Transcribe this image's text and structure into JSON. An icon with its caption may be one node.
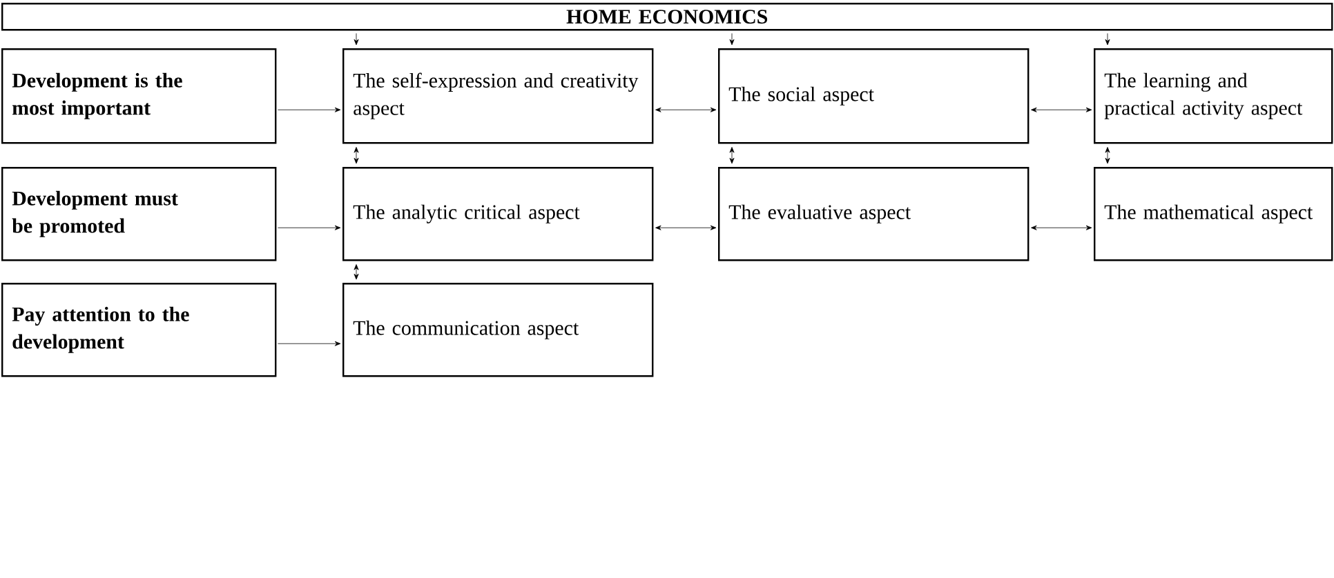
{
  "diagram": {
    "nodes": [
      {
        "text": [
          "HOME ECONOMICS"
        ]
      },
      {
        "text": [
          "Development is the most important"
        ]
      },
      {
        "text": [
          "The self-expression and creativity aspect"
        ]
      },
      {
        "text": [
          "The social aspect"
        ]
      },
      {
        "text": [
          "The learning and practical activity aspect"
        ]
      },
      {
        "text": [
          "Development must be promoted"
        ]
      },
      {
        "text": [
          "The analytic critical aspect"
        ]
      },
      {
        "text": [
          "The evaluative aspect"
        ]
      },
      {
        "text": [
          "The mathematical aspect"
        ]
      },
      {
        "text": [
          "Pay attention to the development"
        ]
      },
      {
        "text": [
          "The communication aspect"
        ]
      }
    ],
    "edges": [
      {
        "from": 0,
        "to": 2,
        "arrow": "to"
      },
      {
        "from": 0,
        "to": 3,
        "arrow": "to"
      },
      {
        "from": 0,
        "to": 4,
        "arrow": "to"
      },
      {
        "from": 1,
        "to": 2,
        "arrow": "to"
      },
      {
        "from": 2,
        "to": 3,
        "arrow": "both"
      },
      {
        "from": 3,
        "to": 4,
        "arrow": "both"
      },
      {
        "from": 2,
        "to": 6,
        "arrow": "both"
      },
      {
        "from": 3,
        "to": 7,
        "arrow": "both"
      },
      {
        "from": 4,
        "to": 8,
        "arrow": "both"
      },
      {
        "from": 5,
        "to": 6,
        "arrow": "to"
      },
      {
        "from": 6,
        "to": 7,
        "arrow": "both"
      },
      {
        "from": 7,
        "to": 8,
        "arrow": "both"
      },
      {
        "from": 6,
        "to": 10,
        "arrow": "both"
      },
      {
        "from": 9,
        "to": 10,
        "arrow": "to"
      }
    ]
  }
}
